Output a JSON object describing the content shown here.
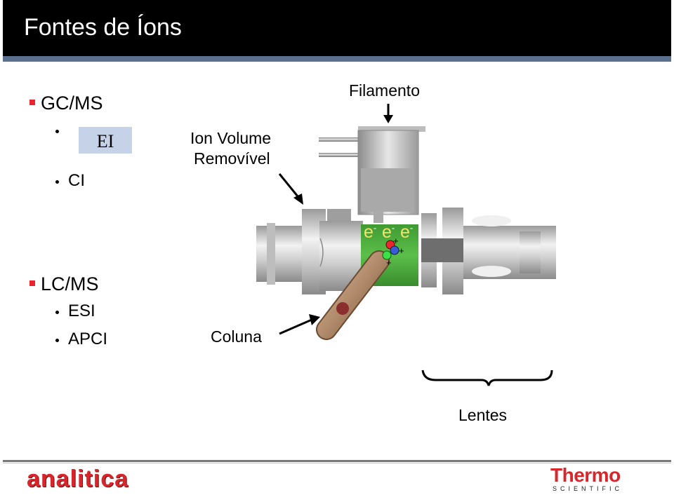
{
  "header": {
    "title": "Fontes de Íons"
  },
  "gcms": {
    "heading": "GC/MS",
    "items": [
      "EI",
      "CI"
    ]
  },
  "lcms": {
    "heading": "LC/MS",
    "items": [
      "ESI",
      "APCI"
    ]
  },
  "diagram": {
    "label_ion_volume_line1": "Ion Volume",
    "label_ion_volume_line2": "Removível",
    "label_filamento": "Filamento",
    "label_coluna": "Coluna",
    "label_lentes": "Lentes",
    "electron": "e",
    "electron_charge": "-",
    "ion_charge": "+"
  },
  "footer": {
    "left_logo_text": "analitica",
    "right_logo_line1": "Thermo",
    "right_logo_line2": "SCIENTIFIC"
  },
  "colors": {
    "header_bg": "#000000",
    "header_rule": "#5b6f8e",
    "bullet_red": "#e8262d",
    "ei_highlight": "#c6d2e8",
    "ion_volume_green": "#4aa538",
    "column_brown": "#b08a6a",
    "logo_red": "#d8262c"
  }
}
